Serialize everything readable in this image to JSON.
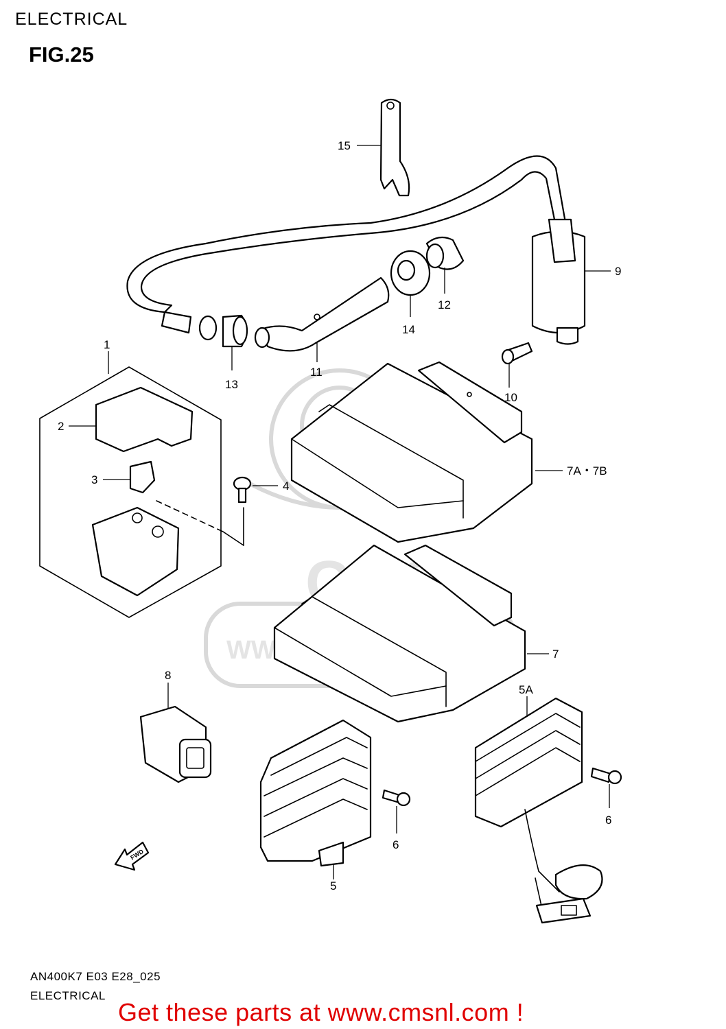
{
  "header": {
    "category": "ELECTRICAL",
    "figure": "FIG.25"
  },
  "callouts": {
    "p1": "1",
    "p2": "2",
    "p3": "3",
    "p4": "4",
    "p5": "5",
    "p5a": "5A",
    "p6a": "6",
    "p6b": "6",
    "p7": "7",
    "p7ab": "7A・7B",
    "p8": "8",
    "p9": "9",
    "p10": "10",
    "p11": "11",
    "p12": "12",
    "p13": "13",
    "p14": "14",
    "p15": "15"
  },
  "watermark": {
    "logo": "CMS",
    "url": "WWW.CMSNL.COM"
  },
  "arrow_label": "FWD",
  "footer": {
    "code": "AN400K7 E03 E28_025",
    "category": "ELECTRICAL",
    "banner": "Get these parts at www.cmsnl.com !"
  },
  "colors": {
    "banner": "#e00000",
    "line": "#000000",
    "watermark": "#d9d9d9"
  }
}
